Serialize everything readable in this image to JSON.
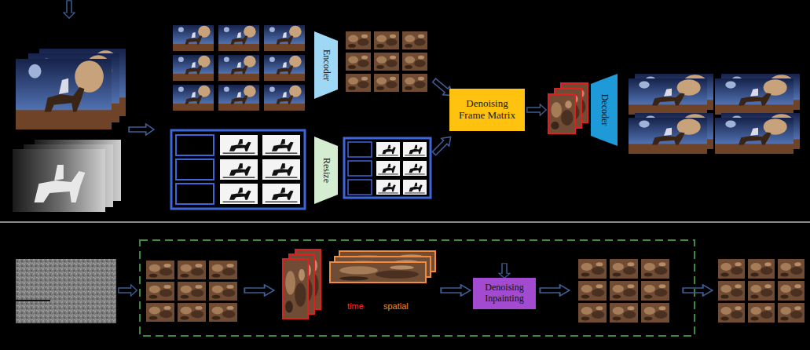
{
  "diagram": {
    "nodes": [
      {
        "text": [
          "Encoder"
        ]
      },
      {
        "text": [
          "Resize"
        ]
      },
      {
        "text": [
          "Denoising Frame Matrix"
        ]
      },
      {
        "text": [
          "Decoder"
        ]
      },
      {
        "text": [
          "Denoising Inpainting"
        ]
      }
    ],
    "labels": [
      "time",
      "spatial"
    ]
  }
}
